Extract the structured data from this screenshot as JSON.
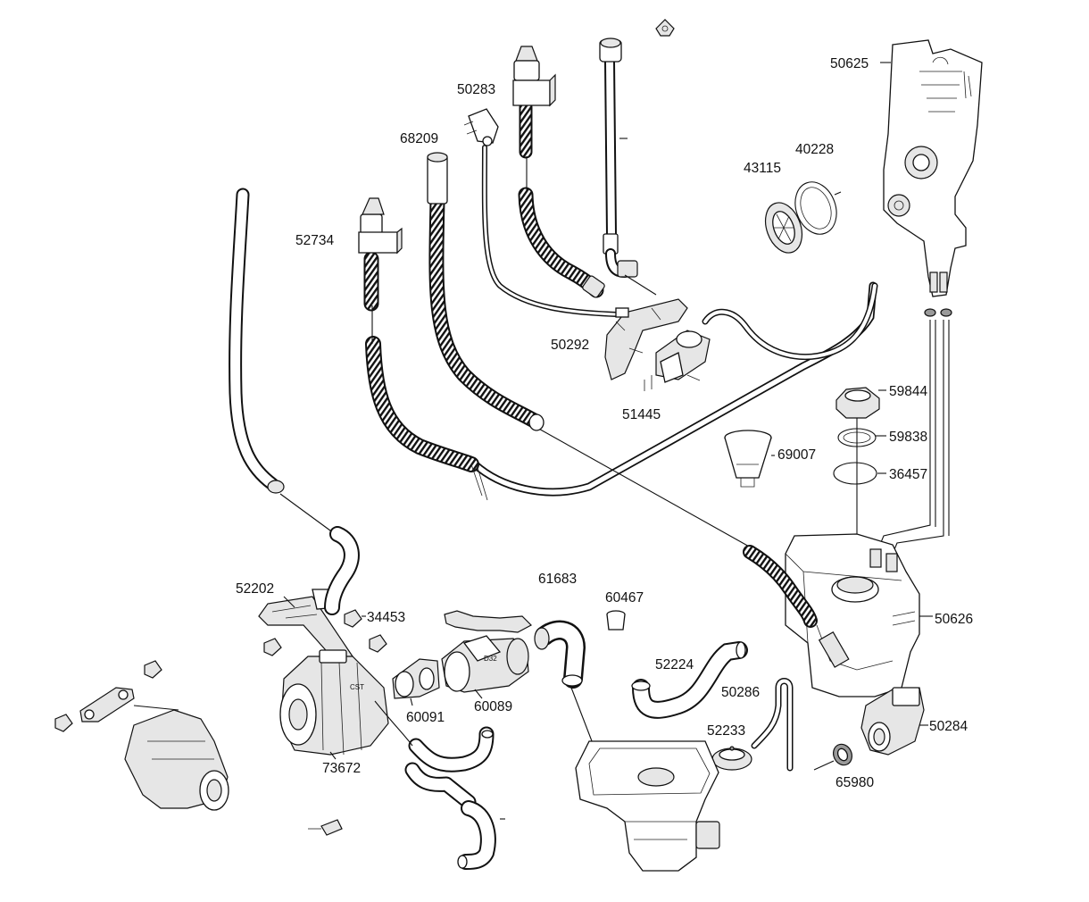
{
  "diagram": {
    "labels": {
      "l50625": "50625",
      "l50283": "50283",
      "l68209": "68209",
      "l43115": "43115",
      "l40228": "40228",
      "l52734": "52734",
      "l50292": "50292",
      "l51445": "51445",
      "l59844": "59844",
      "l59838": "59838",
      "l69007": "69007",
      "l36457": "36457",
      "l52202": "52202",
      "l34453": "34453",
      "l61683": "61683",
      "l60467": "60467",
      "l50626": "50626",
      "l52224": "52224",
      "l60091": "60091",
      "l60089": "60089",
      "l50286": "50286",
      "l52233": "52233",
      "l50284": "50284",
      "l73672": "73672",
      "l65980": "65980"
    },
    "marks": {
      "d32": "D32",
      "cst": "CST"
    }
  }
}
